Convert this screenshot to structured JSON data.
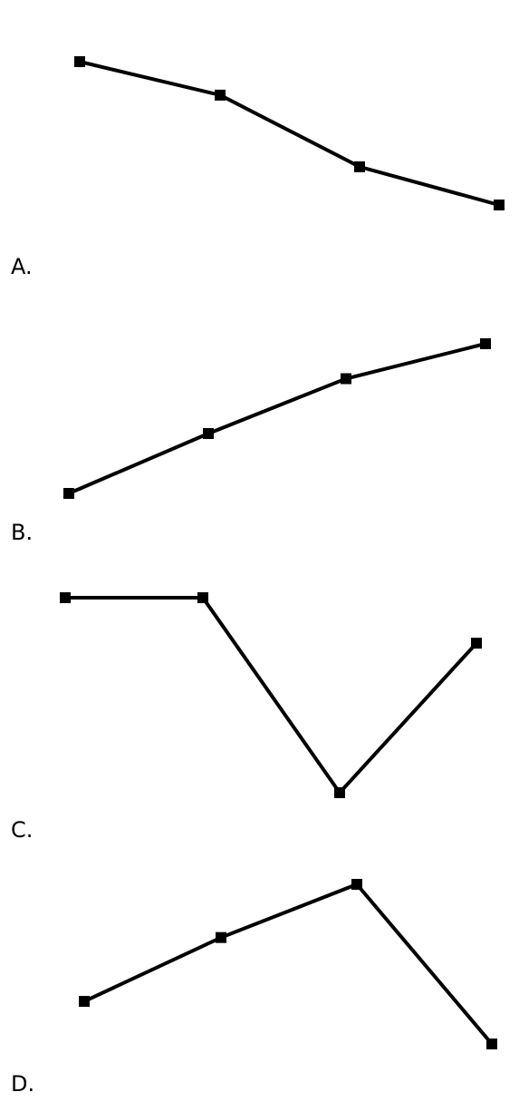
{
  "colors": {
    "line": "#000000",
    "marker": "#000000",
    "background": "#ffffff"
  },
  "chart_data": [
    {
      "type": "line",
      "label": "A.",
      "x": [
        1,
        2,
        3,
        4
      ],
      "values": [
        4,
        3.3,
        1.8,
        1
      ]
    },
    {
      "type": "line",
      "label": "B.",
      "x": [
        1,
        2,
        3,
        4
      ],
      "values": [
        1,
        2.2,
        3.3,
        4
      ]
    },
    {
      "type": "line",
      "label": "C.",
      "x": [
        1,
        2,
        3,
        4
      ],
      "values": [
        4,
        4,
        1,
        3.3
      ]
    },
    {
      "type": "line",
      "label": "D.",
      "x": [
        1,
        2,
        3,
        4
      ],
      "values": [
        1.8,
        3,
        4,
        1
      ]
    }
  ]
}
